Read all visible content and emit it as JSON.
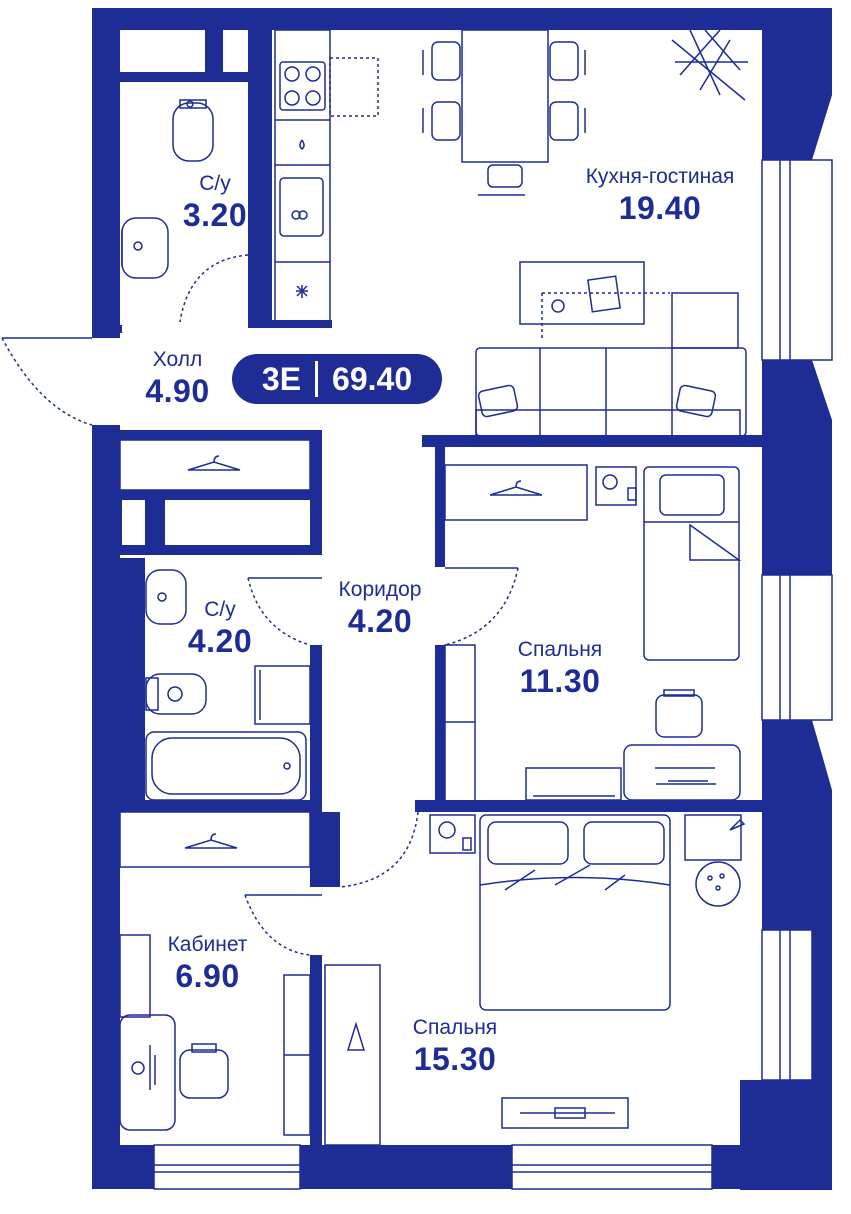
{
  "apartment": {
    "type_code": "3Е",
    "total_area": "69.40"
  },
  "rooms": {
    "kitchen": {
      "name": "Кухня-гостиная",
      "area": "19.40"
    },
    "bath1": {
      "name": "С/у",
      "area": "3.20"
    },
    "hall": {
      "name": "Холл",
      "area": "4.90"
    },
    "corridor": {
      "name": "Коридор",
      "area": "4.20"
    },
    "bath2": {
      "name": "С/у",
      "area": "4.20"
    },
    "bedroom1": {
      "name": "Спальня",
      "area": "11.30"
    },
    "study": {
      "name": "Кабинет",
      "area": "6.90"
    },
    "bedroom2": {
      "name": "Спальня",
      "area": "15.30"
    }
  },
  "colors": {
    "wall": "#1e2c96",
    "line": "#1e2c96",
    "background": "#ffffff"
  }
}
